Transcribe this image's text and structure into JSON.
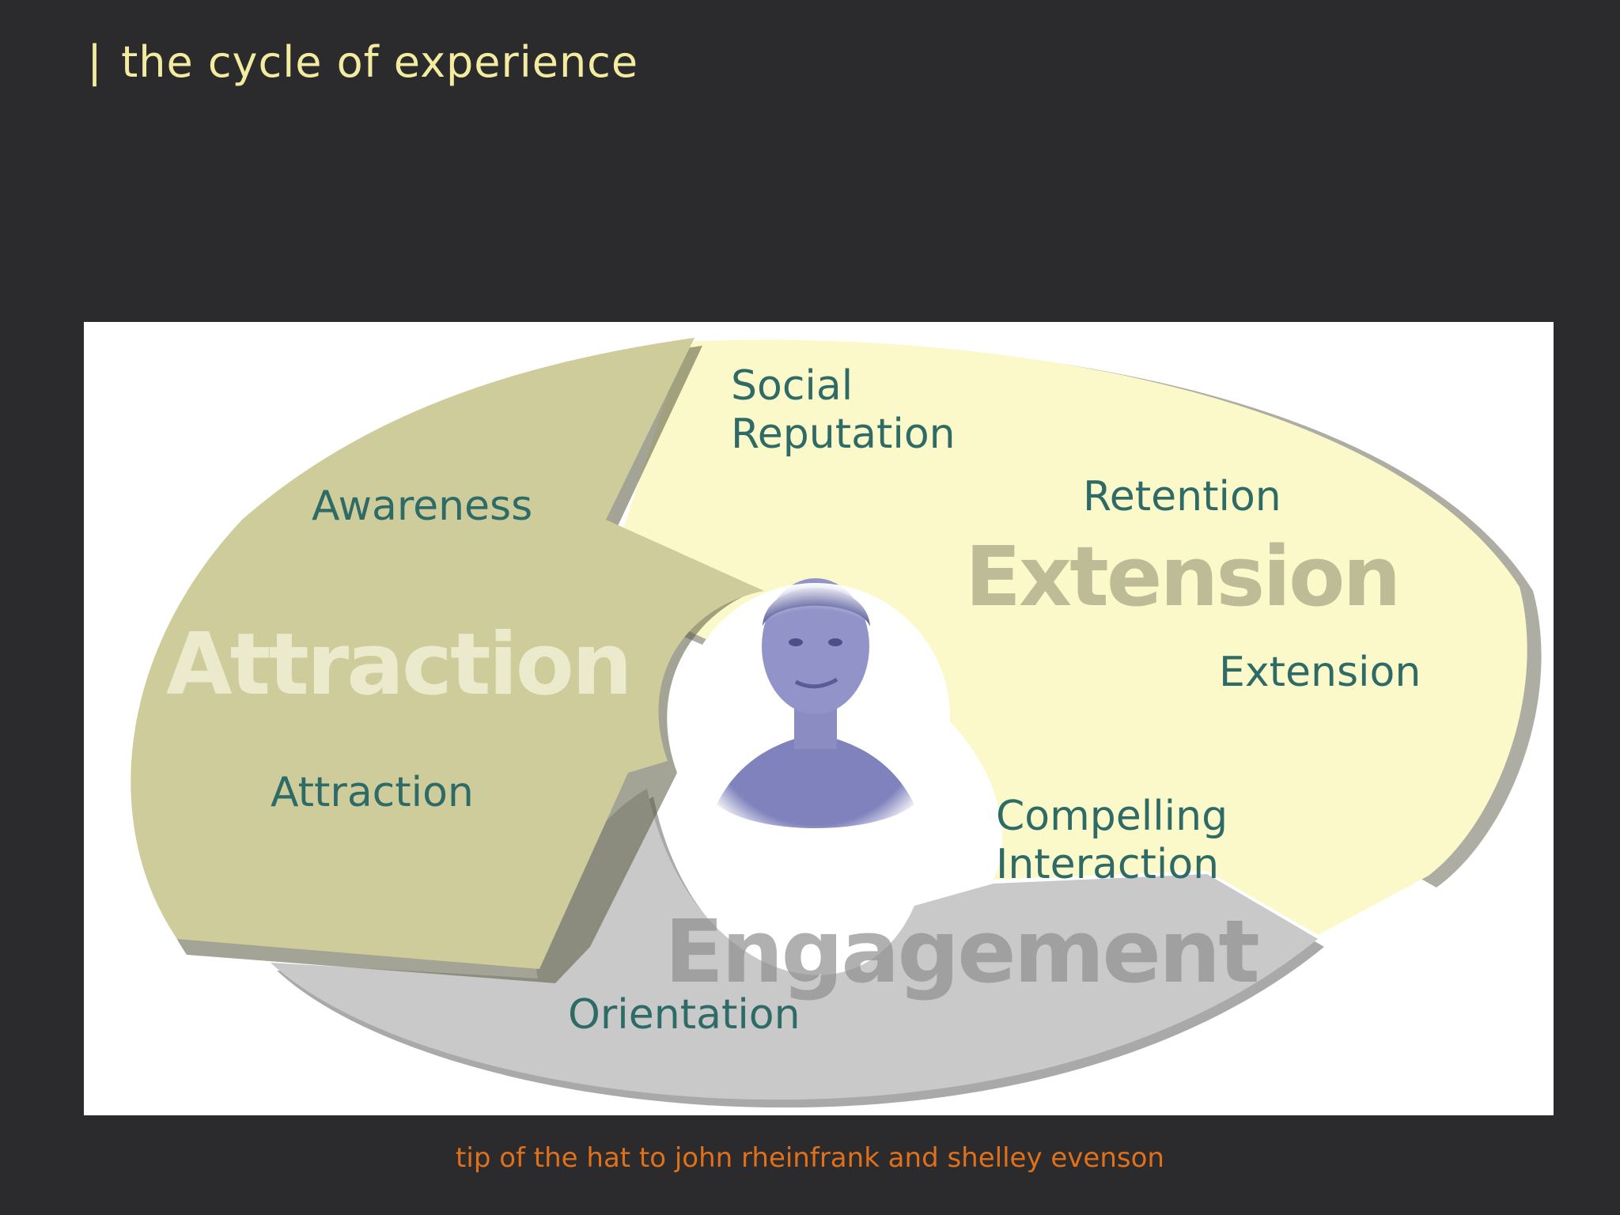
{
  "slide": {
    "title_marker": "|",
    "title": "the cycle of experience",
    "footer": "tip of the hat to john rheinfrank and shelley evenson"
  },
  "diagram": {
    "watermarks": {
      "attraction": "Attraction",
      "extension": "Extension",
      "engagement": "Engagement"
    },
    "labels": {
      "social_line1": "Social",
      "social_line2": "Reputation",
      "retention": "Retention",
      "awareness": "Awareness",
      "extension": "Extension",
      "attraction": "Attraction",
      "compelling_line1": "Compelling",
      "compelling_line2": "Interaction",
      "orientation": "Orientation"
    },
    "colors": {
      "attraction_arc": "#cdcc9a",
      "extension_arc": "#fbf9c9",
      "engagement_arc": "#c9c9c9",
      "label_text": "#2e6b67",
      "portrait_tint": "#8a8cc2"
    }
  }
}
